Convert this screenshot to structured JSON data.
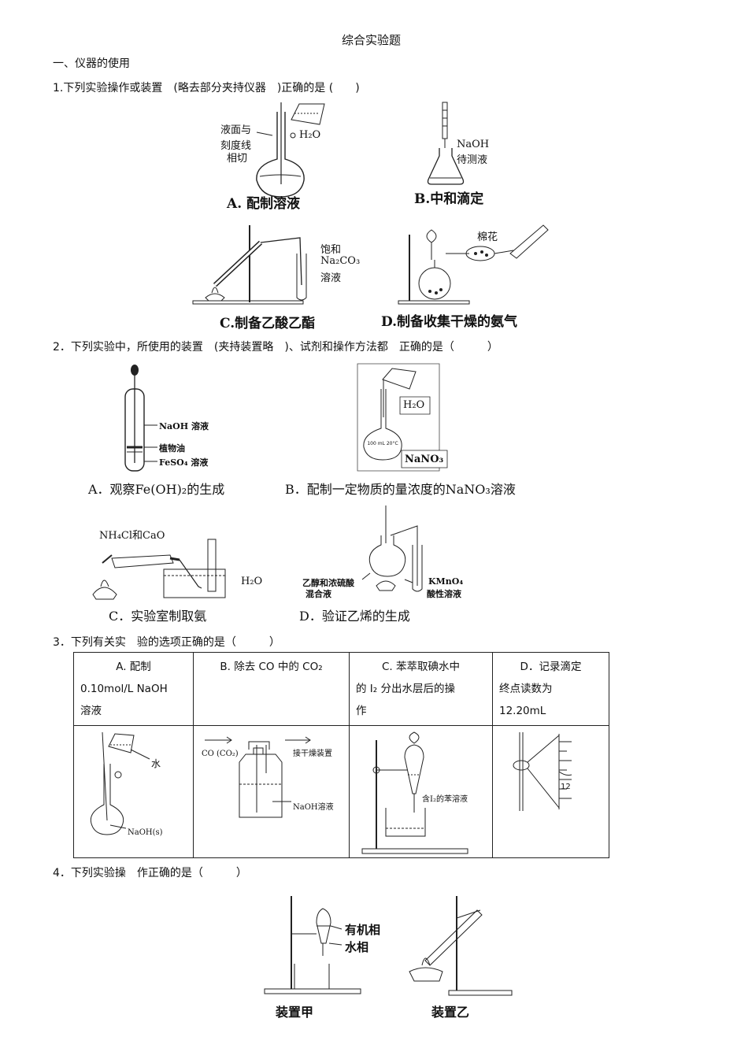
{
  "title": "综合实验题",
  "section1": "一、仪器的使用",
  "q1": {
    "stem": "1.下列实验操作或装置　(略去部分夹持仪器　)正确的是 (　　)",
    "A": {
      "caption": "A. 配制溶液",
      "label_lines": [
        "液面与",
        "刻度线",
        "相切"
      ],
      "water": "H₂O"
    },
    "B": {
      "caption": "B.中和滴定",
      "label_lines": [
        "NaOH",
        "待测液"
      ]
    },
    "C": {
      "caption": "C.制备乙酸乙酯",
      "label_lines": [
        "饱和",
        "Na₂CO₃",
        "溶液"
      ]
    },
    "D": {
      "caption": "D.制备收集干燥的氨气",
      "label": "棉花"
    }
  },
  "q2": {
    "stem": "2．下列实验中，所使用的装置　(夹持装置略　)、试剂和操作方法都　正确的是（　　　）",
    "A": {
      "caption": "A．观察Fe(OH)₂的生成",
      "labels": [
        "NaOH 溶液",
        "植物油",
        "FeSO₄ 溶液"
      ]
    },
    "B": {
      "caption": "B．配制一定物质的量浓度的NaNO₃溶液",
      "labels": [
        "H₂O",
        "NaNO₃"
      ],
      "flask_mark": "100 mL 20°C"
    },
    "C": {
      "caption": "C．实验室制取氨",
      "labels": [
        "NH₄Cl和CaO",
        "H₂O"
      ]
    },
    "D": {
      "caption": "D．验证乙烯的生成",
      "labels": [
        "乙醇和浓硫酸",
        "混合液",
        "KMnO₄",
        "酸性溶液"
      ]
    }
  },
  "q3": {
    "stem": "3．下列有关实　验的选项正确的是（　　　）",
    "columns": [
      {
        "lines": [
          "A. 配制",
          "0.10mol/L NaOH",
          "溶液"
        ],
        "fig_labels": [
          "水",
          "NaOH(s)"
        ]
      },
      {
        "lines": [
          "B. 除去 CO 中的 CO₂"
        ],
        "fig_labels": [
          "CO (CO₂)",
          "接干燥装置",
          "NaOH溶液"
        ]
      },
      {
        "lines": [
          "C. 苯萃取碘水中",
          "的 I₂ 分出水层后的操",
          "作"
        ],
        "fig_labels": [
          "含I₂的苯溶液"
        ]
      },
      {
        "lines": [
          "D．记录滴定",
          "终点读数为",
          "12.20mL"
        ],
        "fig_labels": [
          "12"
        ]
      }
    ]
  },
  "q4": {
    "stem": "4．下列实验操　作正确的是（　　　）",
    "jia": {
      "caption": "装置甲",
      "labels": [
        "有机相",
        "水相"
      ]
    },
    "yi": {
      "caption": "装置乙"
    }
  }
}
